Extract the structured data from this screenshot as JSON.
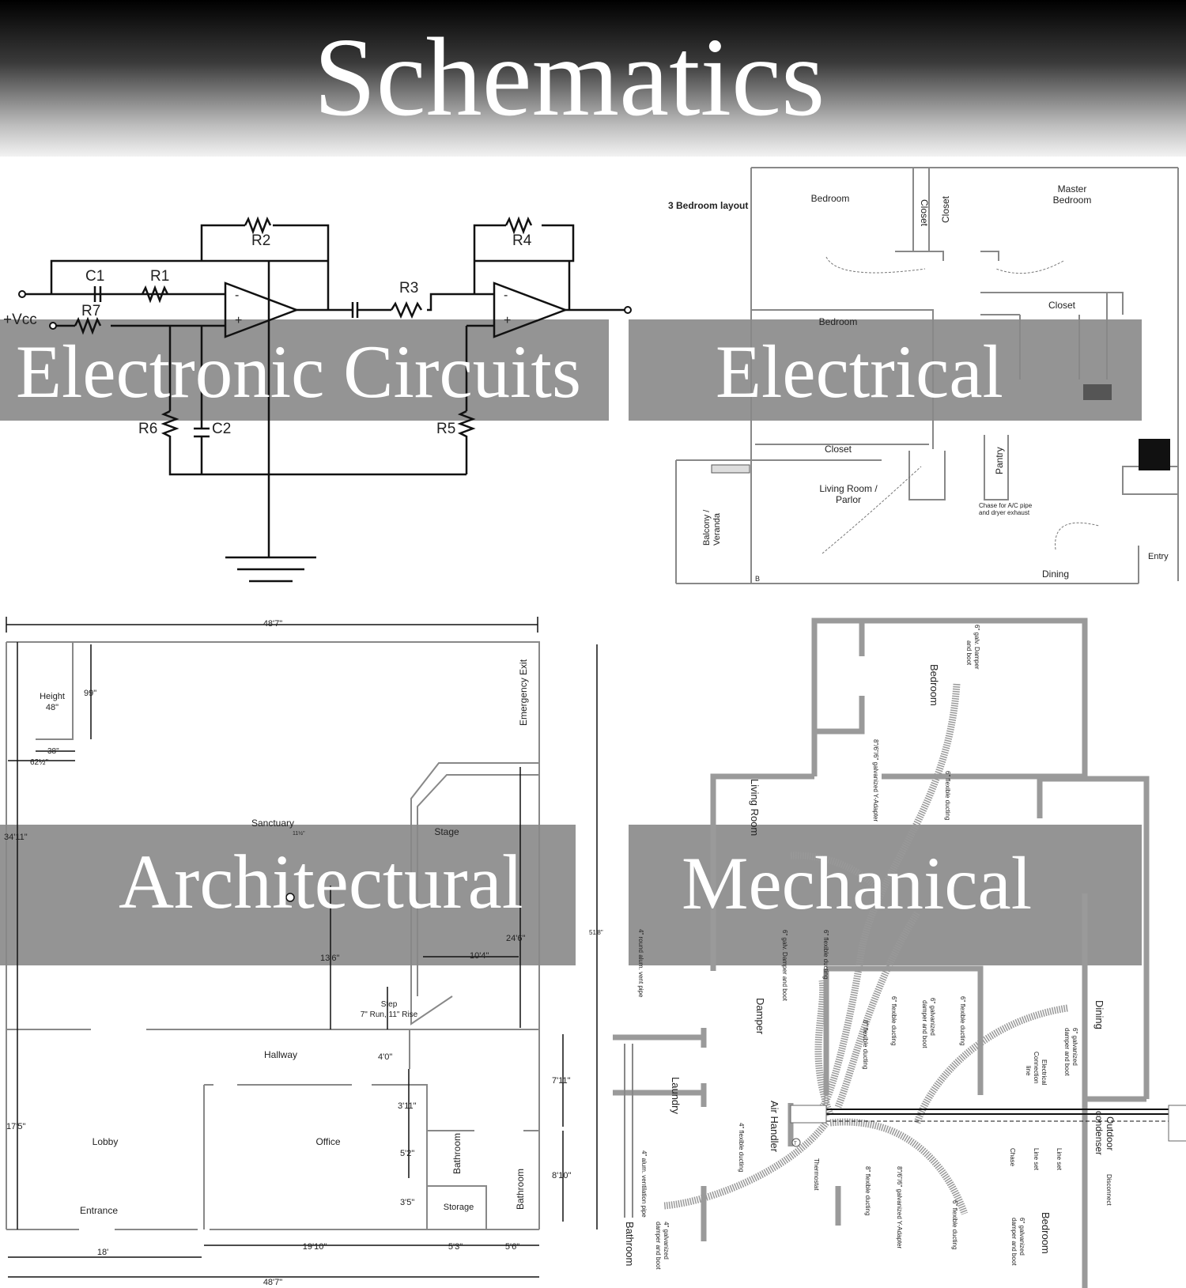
{
  "title": "Schematics",
  "sections": {
    "electronic": {
      "label": "Electronic Circuits"
    },
    "electrical": {
      "label": "Electrical"
    },
    "architectural": {
      "label": "Architectural"
    },
    "mechanical": {
      "label": "Mechanical"
    }
  },
  "circuit": {
    "c1": "C1",
    "r1": "R1",
    "r2": "R2",
    "r3": "R3",
    "r4": "R4",
    "r5": "R5",
    "r6": "R6",
    "r7": "R7",
    "c2": "C2",
    "vcc": "+Vcc",
    "minus": "-",
    "plus": "+"
  },
  "electrical": {
    "layout_title": "3 Bedroom layout",
    "bedroom1": "Bedroom",
    "bedroom2": "Bedroom",
    "master1": "Master",
    "master2": "Bedroom",
    "closet1": "Closet",
    "closet2": "Closet",
    "closet3": "Closet",
    "closet4": "Closet",
    "living1": "Living Room /",
    "living2": "Parlor",
    "balcony1": "Balcony /",
    "balcony2": "Veranda",
    "pantry": "Pantry",
    "chase1": "Chase for A/C pipe",
    "chase2": "and dryer exhaust",
    "dining": "Dining",
    "entry": "Entry",
    "b": "B"
  },
  "architectural": {
    "width_top": "48'7\"",
    "width_bottom": "48'7\"",
    "height_left": "34'11\"",
    "height_right": "51'8\"",
    "height_label1": "Height",
    "height_label2": "48\"",
    "d99": "99\"",
    "d38": "38\"",
    "d62": "62½\"",
    "sanctuary": "Sanctuary",
    "stage": "Stage",
    "d246": "24'6\"",
    "d104": "10'4\"",
    "d136": "13'6\"",
    "step1": "Step",
    "step2": "7\" Run, 11\" Rise",
    "emergency_exit": "Emergency Exit",
    "d11": "11½\"",
    "hallway": "Hallway",
    "d40": "4'0\"",
    "d711": "7'11\"",
    "d311": "3'11\"",
    "d52": "5'2\"",
    "d35": "3'5\"",
    "d810": "8'10\"",
    "lobby": "Lobby",
    "office": "Office",
    "entrance": "Entrance",
    "bathroom1": "Bathroom",
    "bathroom2": "Bathroom",
    "storage": "Storage",
    "d175": "17'5\"",
    "d18": "18'",
    "d1910": "19'10\"",
    "d53": "5'3\"",
    "d56": "5'6\""
  },
  "mechanical": {
    "bedroom_top": "Bedroom",
    "damper_boot_top1": "6\" galv. Damper",
    "damper_boot_top2": "and boot",
    "y_adapter_top": "8\"/6\"/6\" galvanized Y-Adapter",
    "flex6_a": "6\" flexible ducting",
    "living_room": "Living Room",
    "galv_damper": "6\" galv. Damper and boot",
    "flex6_b": "6\" flexible ducting",
    "vent_pipe": "4\" round alum. vent pipe",
    "damper": "Damper",
    "flex8_a": "8\" flexible ducting",
    "galv_damper2_1": "6\" galvanized",
    "galv_damper2_2": "damper and boot",
    "flex6_c": "6\" flexible ducting",
    "flex6_d": "6\" flexible ducting",
    "dining": "Dining",
    "damper_boot_dining1": "6\" galvanized",
    "damper_boot_dining2": "damper and boot",
    "elec1": "Electrical",
    "elec2": "Connection",
    "elec3": "line",
    "laundry": "Laundry",
    "air_handler": "Air Handler",
    "flex4": "4\" flexible ducting",
    "thermostat": "Thermostat",
    "flex8_b": "8\" flexible ducting",
    "y_adapter_bottom": "8\"/6\"/6\" galvanized Y-Adapter",
    "flex6_e": "6\" flexible ducting",
    "chase": "Chase",
    "line_set1": "Line set",
    "line_set2": "Line set",
    "outdoor1": "Outdoor",
    "outdoor2": "condenser",
    "disconnect": "Disconnect",
    "alum_vent": "4\" alum. ventilation pipe",
    "bathroom": "Bathroom",
    "bath_damper1": "4\" galvanized",
    "bath_damper2": "damper and boot",
    "bedroom_bottom": "Bedroom",
    "bed_damper1": "6\" galvanized",
    "bed_damper2": "damper and boot",
    "t": "T"
  }
}
